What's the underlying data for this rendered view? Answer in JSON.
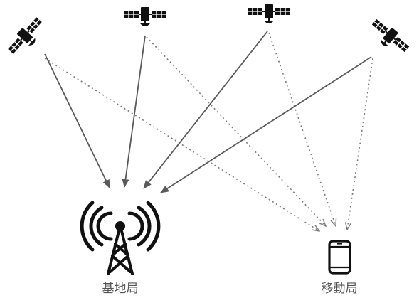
{
  "nodes": {
    "base_station": {
      "label": "基地局",
      "icon": "radio-tower-icon"
    },
    "mobile_station": {
      "label": "移動局",
      "icon": "smartphone-icon"
    }
  },
  "satellites": [
    {
      "icon": "satellite-icon"
    },
    {
      "icon": "satellite-icon"
    },
    {
      "icon": "satellite-icon"
    },
    {
      "icon": "satellite-icon"
    }
  ],
  "links": {
    "to_base_station": {
      "style": "solid"
    },
    "to_mobile_station": {
      "style": "dotted"
    }
  },
  "colors": {
    "icon": "#111111",
    "solid_link": "#595959",
    "dotted_link": "#7a7a7a",
    "label": "#555555"
  }
}
